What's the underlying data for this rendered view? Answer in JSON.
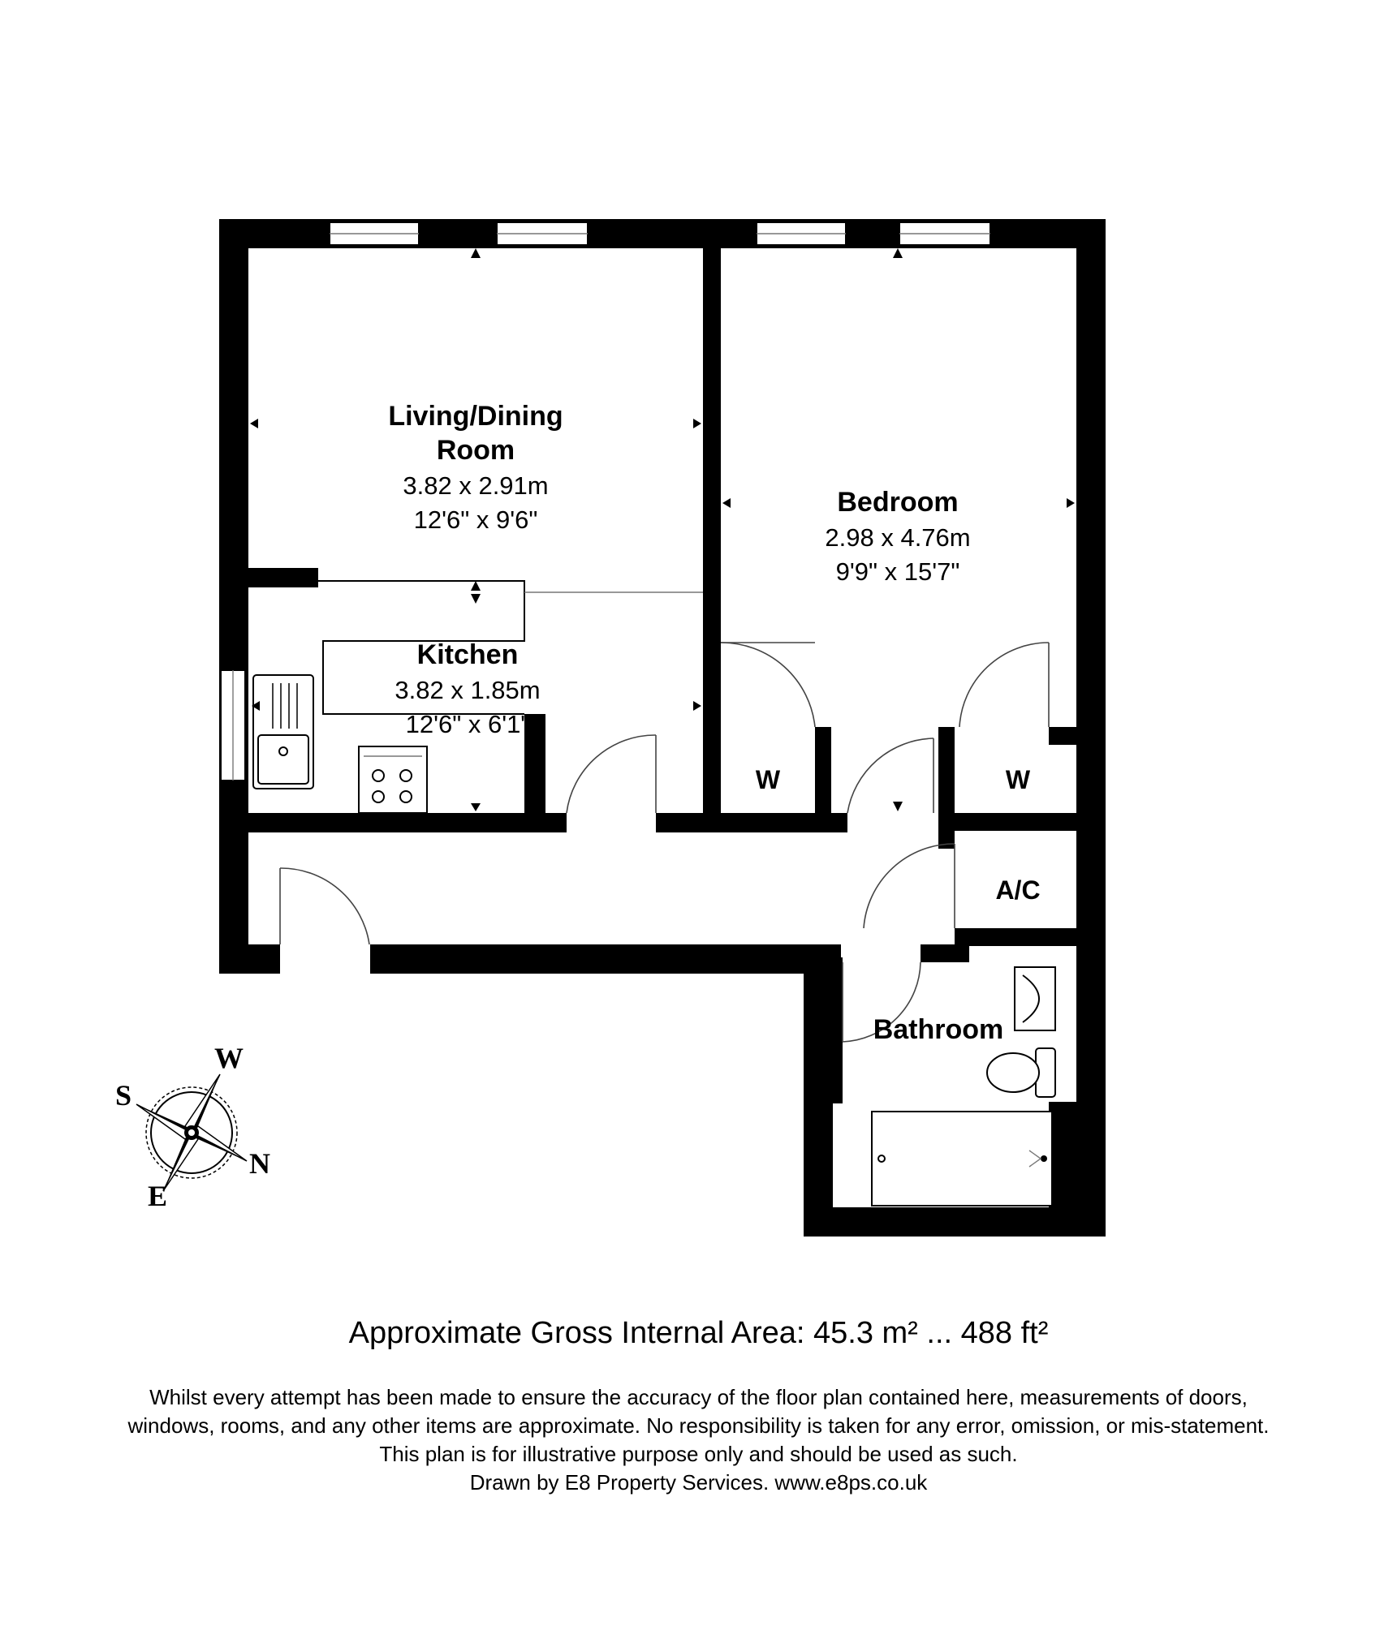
{
  "rooms": {
    "living": {
      "name_line1": "Living/Dining",
      "name_line2": "Room",
      "metric": "3.82 x 2.91m",
      "imperial": "12'6\" x 9'6\""
    },
    "bedroom": {
      "name": "Bedroom",
      "metric": "2.98 x 4.76m",
      "imperial": "9'9\" x 15'7\""
    },
    "kitchen": {
      "name": "Kitchen",
      "metric": "3.82 x 1.85m",
      "imperial": "12'6\" x 6'1\""
    },
    "bathroom": {
      "name": "Bathroom"
    },
    "wardrobe_left": {
      "name": "W"
    },
    "wardrobe_right": {
      "name": "W"
    },
    "airing_cupboard": {
      "name": "A/C"
    }
  },
  "compass": {
    "north": "N",
    "south": "S",
    "east": "E",
    "west": "W"
  },
  "area": "Approximate Gross Internal Area: 45.3 m² ... 488 ft²",
  "disclaimer": {
    "line1": "Whilst every attempt has been made to ensure the accuracy of the floor plan contained here, measurements of doors,",
    "line2": "windows, rooms, and any other items are approximate. No responsibility is taken for any error, omission, or mis-statement.",
    "line3": "This plan is for illustrative purpose only and should be used as such.",
    "line4": "Drawn by E8 Property Services. www.e8ps.co.uk"
  }
}
